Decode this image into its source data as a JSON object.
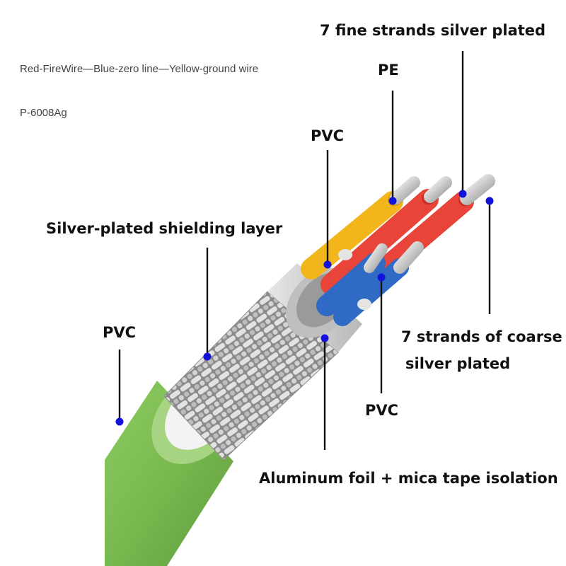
{
  "notes": {
    "color_code": "Red-FireWire—Blue-zero line—Yellow-ground wire",
    "model": "P-6008Ag"
  },
  "labels": {
    "fine_strands": "7 fine strands silver plated",
    "pe": "PE",
    "pvc_inner": "PVC",
    "shielding": "Silver-plated shielding layer",
    "pvc_outer": "PVC",
    "coarse_line1": "7 strands of coarse",
    "coarse_line2": "silver plated",
    "pvc_core": "PVC",
    "foil": "Aluminum foil + mica tape isolation"
  },
  "colors": {
    "jacket_green": "#78b94f",
    "braid_silver": "#c8c8c8",
    "foil_grey": "#d0d0d0",
    "core_yellow": "#f2b51c",
    "core_red": "#e8443a",
    "core_blue": "#2f6bc4",
    "leader_dot": "#1212d8"
  }
}
